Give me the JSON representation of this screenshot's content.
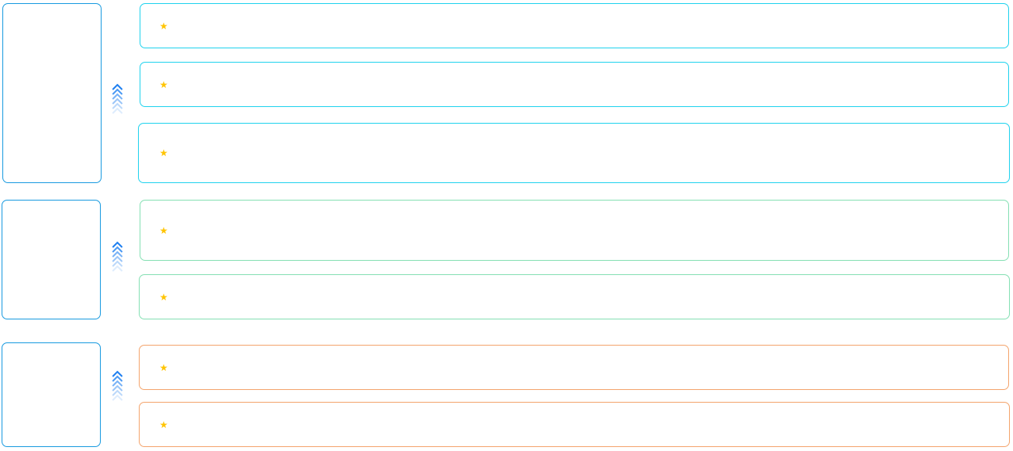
{
  "colors": {
    "left_box_border": "#1a9be0",
    "group1_border": "#22d3ee",
    "group2_border": "#86e0b4",
    "group3_border": "#f4a56e",
    "star": "#ffc400",
    "chevron": "#1e7ff0"
  },
  "icons": {
    "row_marker": "star-icon",
    "connector": "chevron-up-icon"
  },
  "groups": [
    {
      "rows": 3
    },
    {
      "rows": 2
    },
    {
      "rows": 2
    }
  ]
}
